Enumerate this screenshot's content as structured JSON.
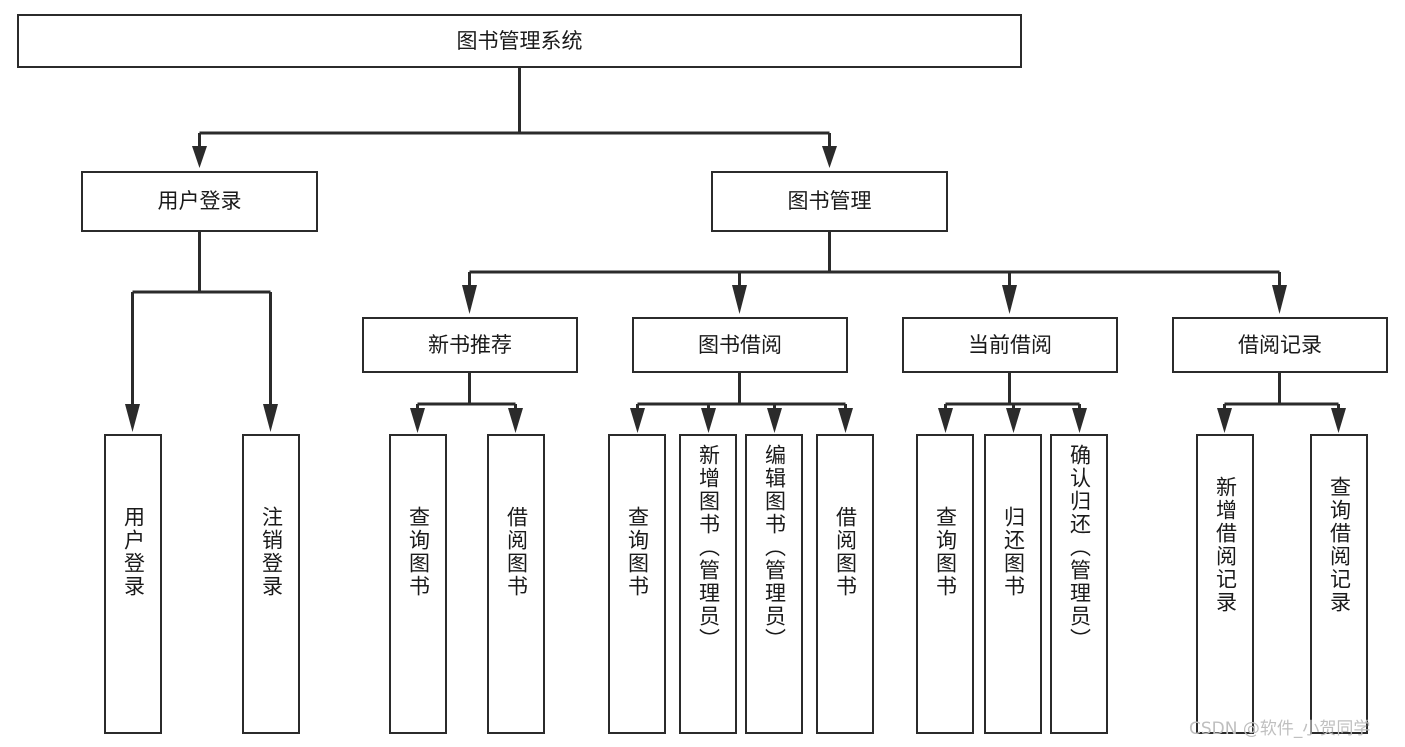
{
  "diagram": {
    "title": "图书管理系统",
    "type": "tree",
    "watermark": "CSDN @软件_小贺同学",
    "colors": {
      "box_border": "#2b2b2b",
      "box_fill": "#ffffff",
      "connector": "#2b2b2b",
      "text": "#1a1a1a",
      "watermark": "#bfbfbf",
      "background": "#ffffff"
    },
    "root": {
      "label": "图书管理系统"
    },
    "level2": [
      {
        "id": "user-login",
        "label": "用户登录"
      },
      {
        "id": "book-manage",
        "label": "图书管理"
      }
    ],
    "level3": [
      {
        "id": "new-book-recommend",
        "label": "新书推荐",
        "parent": "book-manage"
      },
      {
        "id": "book-borrow",
        "label": "图书借阅",
        "parent": "book-manage"
      },
      {
        "id": "current-borrow",
        "label": "当前借阅",
        "parent": "book-manage"
      },
      {
        "id": "borrow-record",
        "label": "借阅记录",
        "parent": "book-manage"
      }
    ],
    "leaves": [
      {
        "id": "leaf-user-login",
        "label": "用户登录",
        "parent": "user-login"
      },
      {
        "id": "leaf-user-logout",
        "label": "注销登录",
        "parent": "user-login"
      },
      {
        "id": "leaf-query-book-1",
        "label": "查询图书",
        "parent": "new-book-recommend"
      },
      {
        "id": "leaf-borrow-book-1",
        "label": "借阅图书",
        "parent": "new-book-recommend"
      },
      {
        "id": "leaf-query-book-2",
        "label": "查询图书",
        "parent": "book-borrow"
      },
      {
        "id": "leaf-add-book",
        "label": "新增图书（管理员）",
        "parent": "book-borrow"
      },
      {
        "id": "leaf-edit-book",
        "label": "编辑图书（管理员）",
        "parent": "book-borrow"
      },
      {
        "id": "leaf-borrow-book-2",
        "label": "借阅图书",
        "parent": "book-borrow"
      },
      {
        "id": "leaf-query-book-3",
        "label": "查询图书",
        "parent": "current-borrow"
      },
      {
        "id": "leaf-return-book",
        "label": "归还图书",
        "parent": "current-borrow"
      },
      {
        "id": "leaf-confirm-return",
        "label": "确认归还（管理员）",
        "parent": "current-borrow"
      },
      {
        "id": "leaf-add-record",
        "label": "新增借阅记录",
        "parent": "borrow-record"
      },
      {
        "id": "leaf-query-record",
        "label": "查询借阅记录",
        "parent": "borrow-record"
      }
    ]
  }
}
